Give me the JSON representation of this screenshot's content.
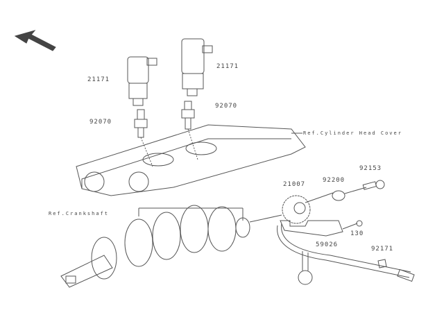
{
  "labels": {
    "coil_left": "21171",
    "coil_right": "21171",
    "plug_left": "92070",
    "plug_right": "92070",
    "ref_head_cover": "Ref.Cylinder Head Cover",
    "bolt": "92153",
    "washer": "92200",
    "rotor": "21007",
    "ref_crankshaft": "Ref.Crankshaft",
    "screw": "130",
    "sensor": "59026",
    "clamp": "92171"
  },
  "colors": {
    "line": "#555555",
    "text": "#444444"
  }
}
